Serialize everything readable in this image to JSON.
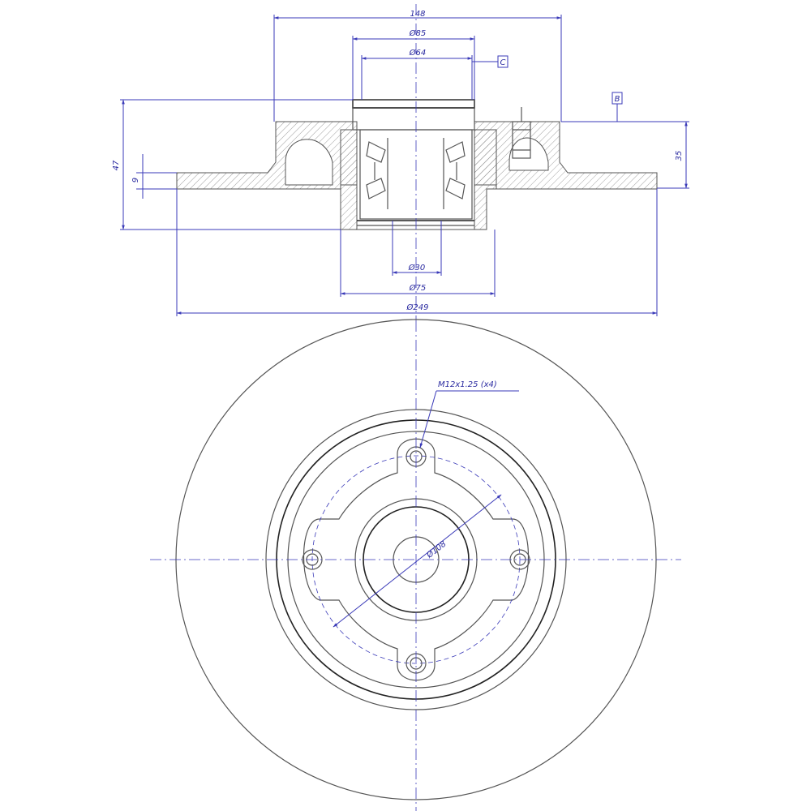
{
  "section_view": {
    "dimensions": {
      "overall_hub_width": "148",
      "bearing_outer_dia": "Ø85",
      "bearing_inner_dia": "Ø64",
      "shaft_dia": "Ø30",
      "hub_bore_dia": "Ø75",
      "disc_outer_dia": "Ø249",
      "total_height": "47",
      "disc_thickness": "9",
      "hub_height": "35"
    },
    "datum_labels": {
      "hub_datum": "C",
      "face_datum": "B"
    }
  },
  "front_view": {
    "thread_callout": "M12x1.25  (x4)",
    "pcd_dia": "Ø108"
  },
  "colors": {
    "dimension_lines": "#3a3ab8",
    "part_outline": "#555555",
    "background": "#ffffff"
  }
}
